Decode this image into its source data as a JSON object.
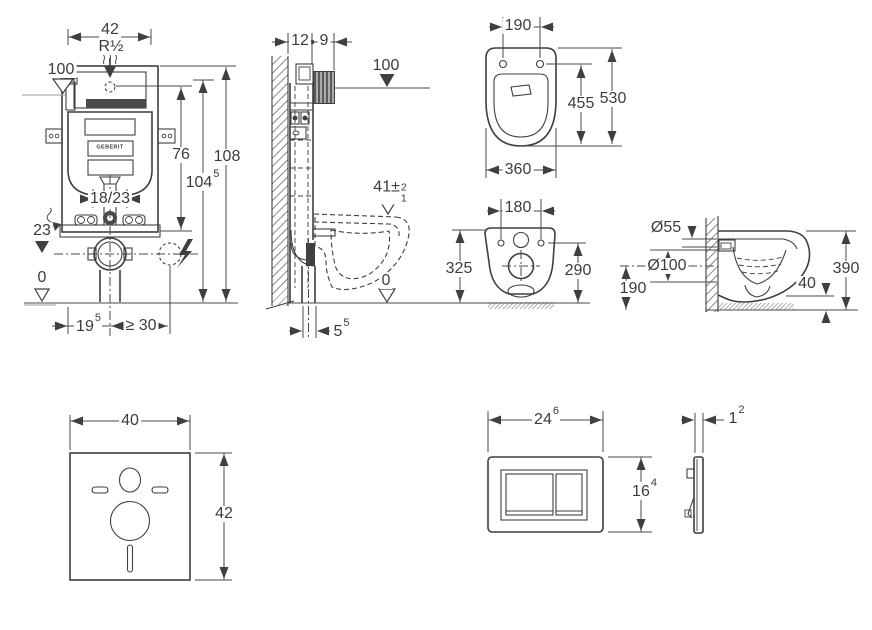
{
  "brand": "GEBERIT",
  "colors": {
    "line": "#3f3f3f",
    "dark_fill": "#4a4a4a",
    "hatch": "#8f8f8f"
  },
  "frame_front": {
    "width": "42",
    "thread": "R½",
    "supply_level": "100",
    "h_valve": "76",
    "h_total": "108",
    "h_plate": {
      "base": "104",
      "sup": "5"
    },
    "offset": "18/23",
    "outlet_level": "23",
    "floor_level": "0",
    "d_center": {
      "base": "19",
      "sup": "5"
    },
    "d_socket": "≥ 30"
  },
  "frame_side": {
    "depth_frame": "12",
    "depth_box": "9",
    "supply_level": "100",
    "rim_height": {
      "base": "41±",
      "plus": "2",
      "minus": "1"
    },
    "floor_level": "0",
    "outlet_clearance": {
      "base": "5",
      "sup": "5"
    }
  },
  "wc_top": {
    "hole_spacing": "190",
    "depth_seat": "455",
    "depth_total": "530",
    "width": "360"
  },
  "wc_rear": {
    "hole_spacing": "180",
    "height_total": "325",
    "height_holes": "290"
  },
  "wc_side": {
    "flush_dia": "Ø55",
    "outlet_dia": "Ø100",
    "outlet_height": "190",
    "height_total": "390",
    "bottom_clearance": "40"
  },
  "mat": {
    "width": "40",
    "height": "42"
  },
  "plate_front": {
    "width": {
      "base": "24",
      "sup": "6"
    },
    "height": {
      "base": "16",
      "sup": "4"
    }
  },
  "plate_side": {
    "thickness": {
      "base": "1",
      "sup": "2"
    }
  }
}
